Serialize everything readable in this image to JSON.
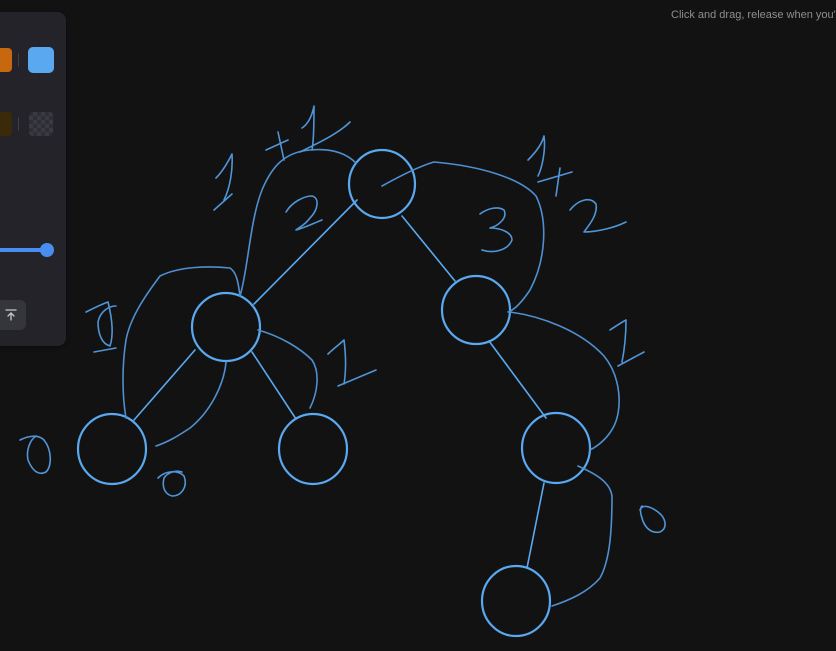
{
  "hint_text": "Click and drag, release when you'",
  "panel": {
    "stroke_colors": [
      "#c8680e",
      "#5aa9f0"
    ],
    "background_colors": [
      "#3a2a0a",
      "transparent"
    ],
    "opacity_slider": 100,
    "action_icon": "arrow-up-to-line-icon"
  },
  "colors": {
    "canvas": "#121212",
    "ink": "#5aa9f0",
    "panel": "#232329"
  }
}
